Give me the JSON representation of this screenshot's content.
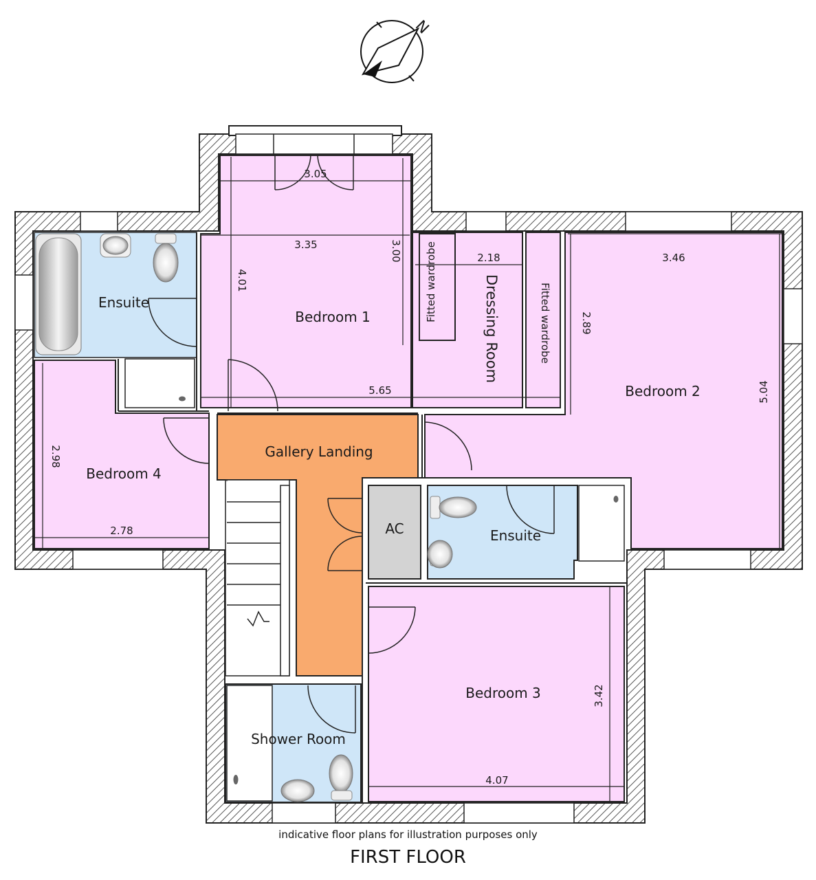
{
  "colors": {
    "bedroom": "#fcd8fc",
    "wet_room": "#cfe6f8",
    "landing": "#f9aa6e",
    "cupboard": "#d3d3d3",
    "wall_hatch": "#555555"
  },
  "rooms": {
    "bedroom1": "Bedroom 1",
    "bedroom2": "Bedroom 2",
    "bedroom3": "Bedroom 3",
    "bedroom4": "Bedroom 4",
    "ensuite_west": "Ensuite",
    "ensuite_east": "Ensuite",
    "dressing_room": "Dressing Room",
    "fitted_wardrobe_left": "Fitted wardrobe",
    "fitted_wardrobe_right": "Fitted wardrobe",
    "gallery_landing": "Gallery Landing",
    "airing_cupboard": "AC",
    "shower_room": "Shower Room"
  },
  "dimensions": {
    "bed1_bay_width": "3.05",
    "bed1_width": "3.35",
    "bed1_bay_depth": "3.00",
    "bed1_depth": "4.01",
    "bed1_total_width": "5.65",
    "dressing_width": "2.18",
    "bed2_width": "3.46",
    "bed2_depth_short": "2.89",
    "bed2_depth": "5.04",
    "bed4_depth": "2.98",
    "bed4_width": "2.78",
    "bed3_depth": "3.42",
    "bed3_width": "4.07"
  },
  "compass": {
    "north_label": "N"
  },
  "footer": {
    "note": "indicative floor plans for illustration purposes only",
    "title": "FIRST FLOOR"
  }
}
